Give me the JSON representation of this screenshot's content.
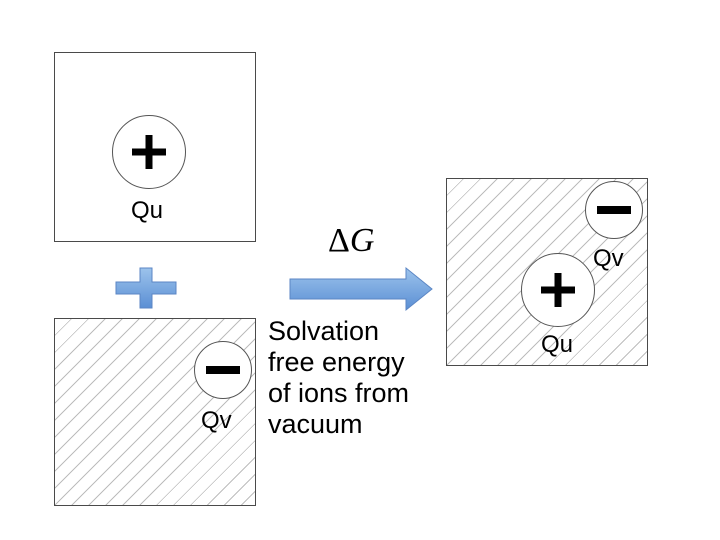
{
  "solute_box": {
    "ion_label": "Qu"
  },
  "solvent_box": {
    "ion_label": "Qv"
  },
  "solvated_box": {
    "solvent_ion_label": "Qv",
    "solute_ion_label": "Qu"
  },
  "arrow": {
    "delta_symbol": "Δ",
    "variable": "G"
  },
  "description": {
    "lines": [
      "Solvation",
      "free energy",
      "of ions from",
      "vacuum"
    ]
  },
  "colors": {
    "arrow_fill_top": "#9cc3ec",
    "arrow_fill_bottom": "#5b8fd4",
    "plus_fill": "#6fa3e0",
    "border": "#4a4a4a",
    "hatch": "#bdbdbd"
  }
}
